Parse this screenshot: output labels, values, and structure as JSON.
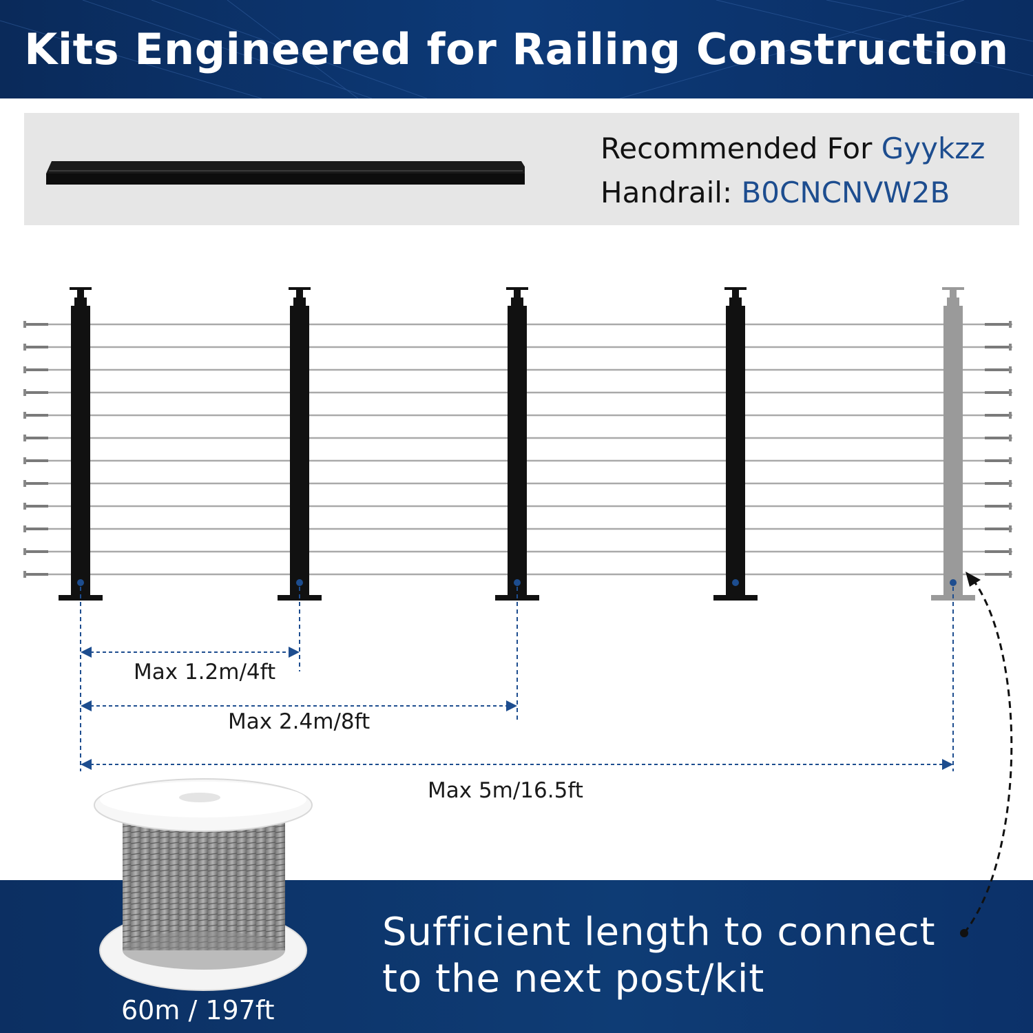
{
  "header": {
    "title": "Kits Engineered for Railing Construction"
  },
  "recommendation": {
    "line1_prefix": "Recommended For ",
    "line1_highlight": "Gyykzz",
    "line2_prefix": "Handrail: ",
    "line2_highlight": "B0CNCNVW2B"
  },
  "dimensions": [
    {
      "label": "Max 1.2m/4ft"
    },
    {
      "label": "Max 2.4m/8ft"
    },
    {
      "label": "Max 5m/16.5ft"
    }
  ],
  "footer": {
    "line1": "Sufficient length to connect",
    "line2": "to the next post/kit",
    "spool_label": "60m / 197ft"
  },
  "colors": {
    "header_bg": "#0d3a78",
    "highlight": "#1d4d8f",
    "post": "#111111",
    "post_ghost": "#9a9a9a",
    "dimension_line": "#1d4d8f"
  }
}
